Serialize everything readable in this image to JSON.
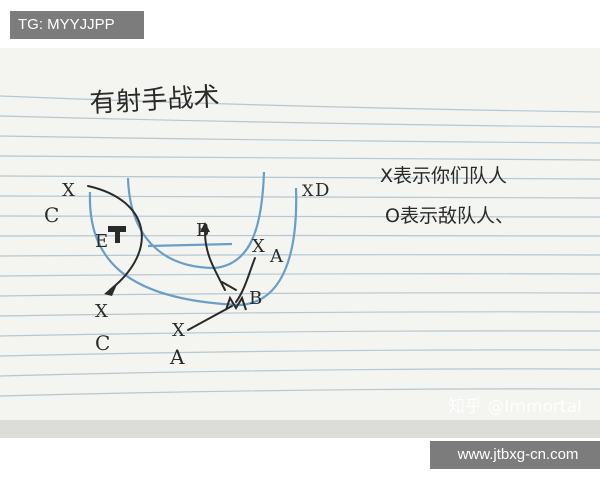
{
  "overlay": {
    "tg_label": "TG: MYYJJPP",
    "site_label": "www.jtbxg-cn.com",
    "watermark": "知乎 @Immortal"
  },
  "note": {
    "title": "有射手战术",
    "legend_x": "X表示你们队人",
    "legend_o": "O表示敌队人、"
  },
  "players": {
    "x_top_left": "X",
    "c_top_left": "C",
    "e_label": "E",
    "x_left_mid": "X",
    "c_bottom_left": "C",
    "x_bottom": "X",
    "a_bottom": "A",
    "b_center": "B",
    "x_right": "X",
    "a_right": "A",
    "b_right": "B",
    "x_d": "X",
    "d_label": "D"
  },
  "colors": {
    "paper": "#f4f4f1",
    "rule_line": "#b6c7cf",
    "ink": "#2a2a2a",
    "blue_pencil": "#6a9ec6"
  }
}
